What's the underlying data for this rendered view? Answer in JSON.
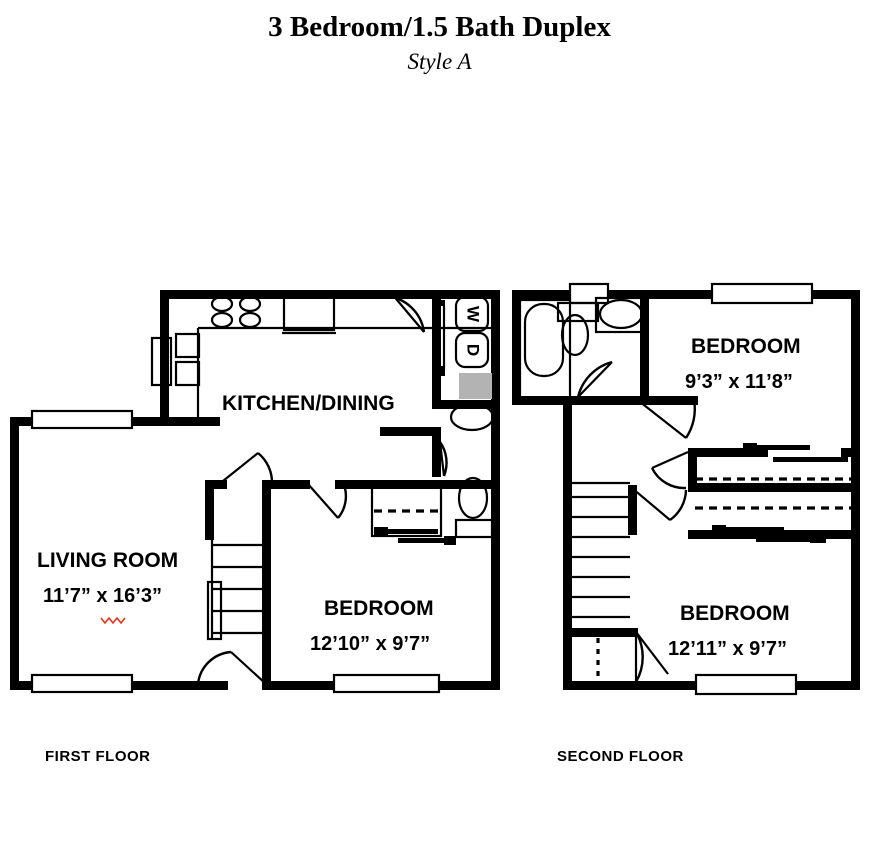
{
  "header": {
    "title": "3 Bedroom/1.5 Bath Duplex",
    "subtitle": "Style A"
  },
  "floors": [
    {
      "id": "first",
      "caption": "FIRST FLOOR",
      "rooms": [
        {
          "name": "KITCHEN/DINING",
          "dims": ""
        },
        {
          "name": "LIVING ROOM",
          "dims": "11’7” x 16’3”"
        },
        {
          "name": "BEDROOM",
          "dims": "12’10” x 9’7”"
        }
      ],
      "appliances": [
        {
          "label": "W",
          "name": "washer"
        },
        {
          "label": "D",
          "name": "dryer"
        }
      ]
    },
    {
      "id": "second",
      "caption": "SECOND FLOOR",
      "rooms": [
        {
          "name": "BEDROOM",
          "dims": "9’3” x 11’8”"
        },
        {
          "name": "BEDROOM",
          "dims": "12’11” x 9’7”"
        }
      ],
      "appliances": []
    }
  ],
  "colors": {
    "wall": "#000000",
    "background": "#ffffff",
    "appliance_fill": "#b3b3b3",
    "spellcheck_underline": "#e2341d"
  }
}
